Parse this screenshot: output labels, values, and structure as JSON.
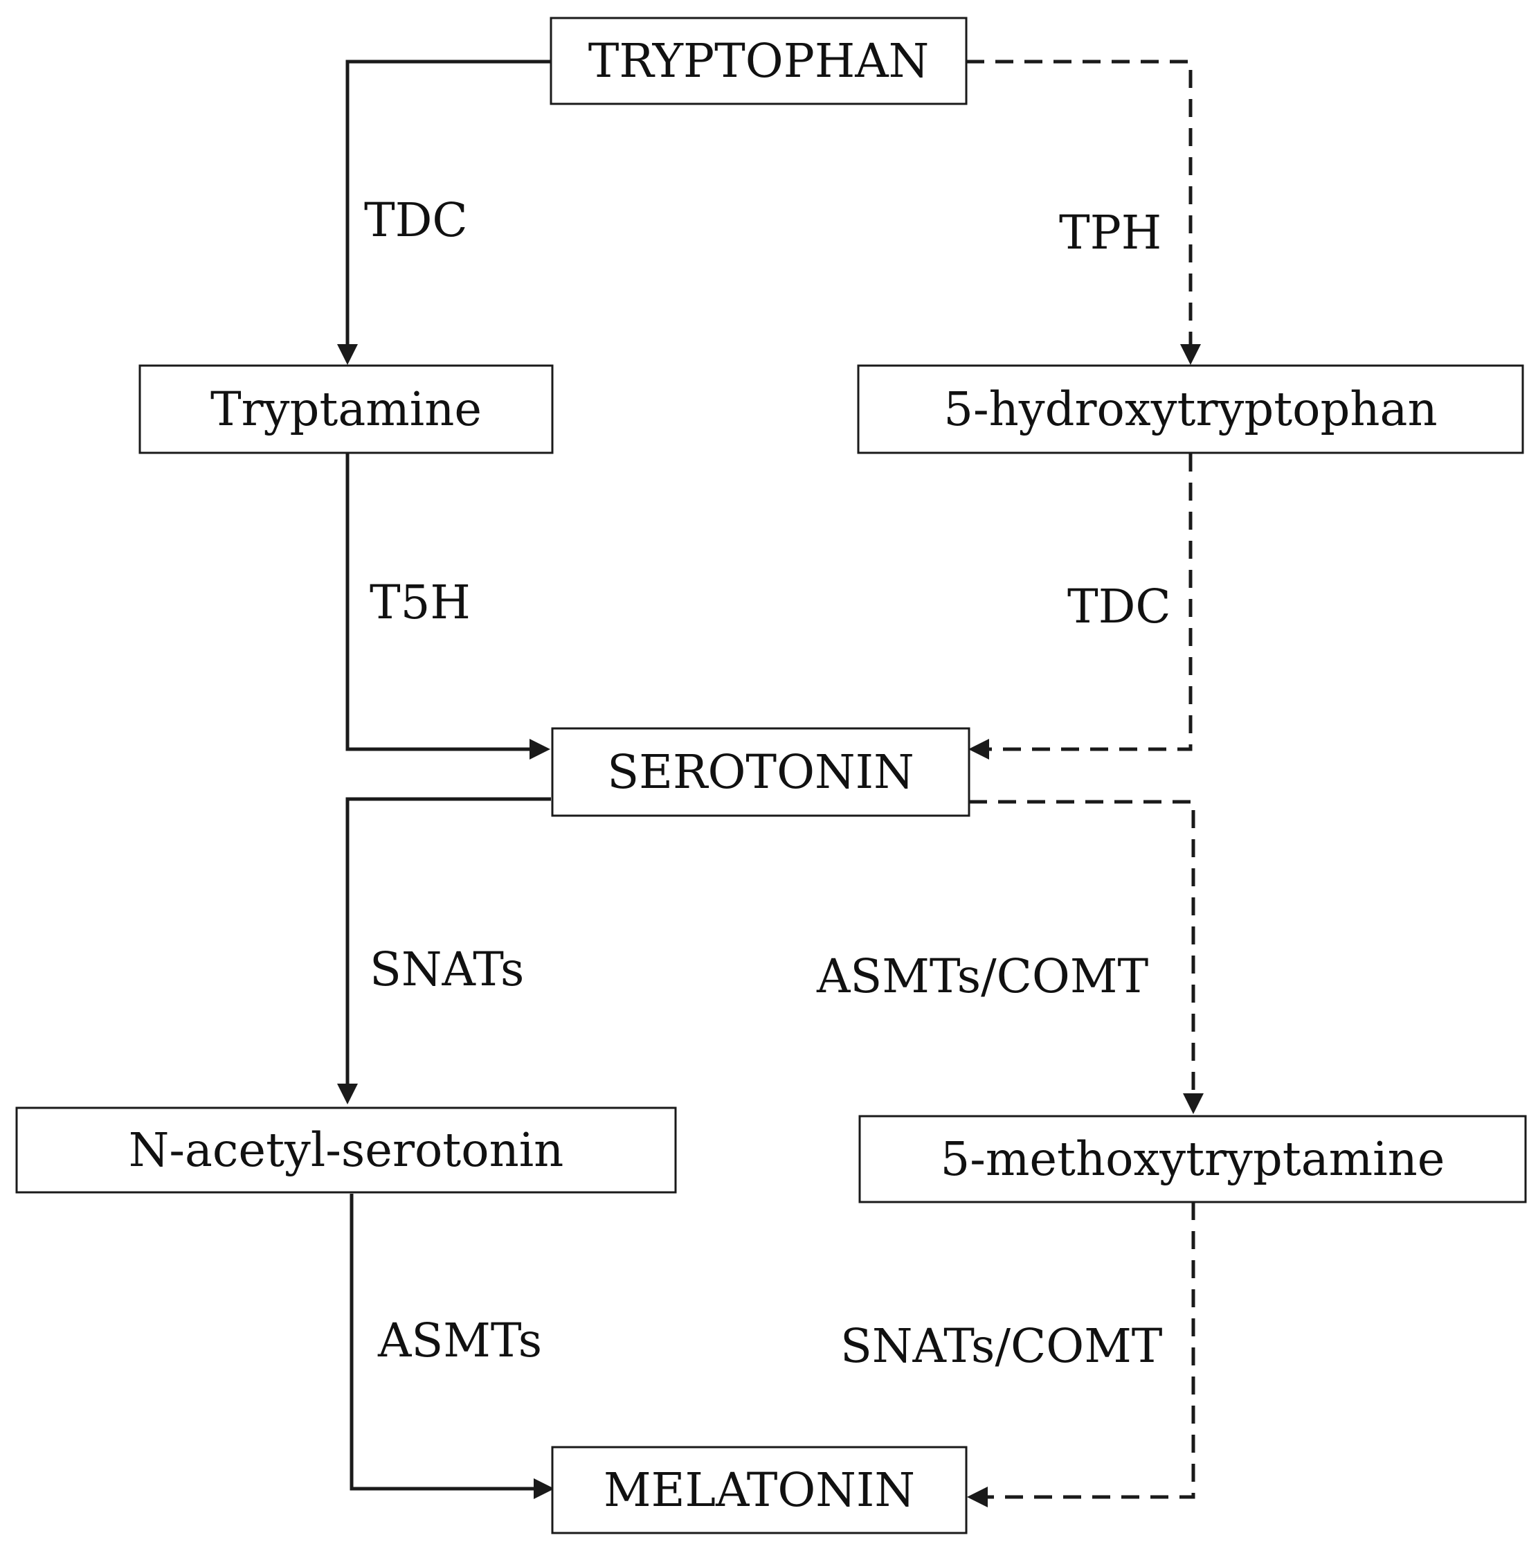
{
  "nodes": {
    "tryptophan": "TRYPTOPHAN",
    "tryptamine": "Tryptamine",
    "hydroxytryptophan": "5-hydroxytryptophan",
    "serotonin": "SEROTONIN",
    "n_acetyl_serotonin": "N-acetyl-serotonin",
    "methoxytryptamine": "5-methoxytryptamine",
    "melatonin": "MELATONIN"
  },
  "enzymes": {
    "tdc_left": "TDC",
    "tph": "TPH",
    "t5h": "T5H",
    "tdc_right": "TDC",
    "snats_left": "SNATs",
    "asmts_comt": "ASMTs/COMT",
    "asmts_left": "ASMTs",
    "snats_comt": "SNATs/COMT"
  },
  "edges": [
    {
      "from": "TRYPTOPHAN",
      "to": "Tryptamine",
      "enzyme": "TDC",
      "style": "solid"
    },
    {
      "from": "TRYPTOPHAN",
      "to": "5-hydroxytryptophan",
      "enzyme": "TPH",
      "style": "dashed"
    },
    {
      "from": "Tryptamine",
      "to": "SEROTONIN",
      "enzyme": "T5H",
      "style": "solid"
    },
    {
      "from": "5-hydroxytryptophan",
      "to": "SEROTONIN",
      "enzyme": "TDC",
      "style": "dashed"
    },
    {
      "from": "SEROTONIN",
      "to": "N-acetyl-serotonin",
      "enzyme": "SNATs",
      "style": "solid"
    },
    {
      "from": "SEROTONIN",
      "to": "5-methoxytryptamine",
      "enzyme": "ASMTs/COMT",
      "style": "dashed"
    },
    {
      "from": "N-acetyl-serotonin",
      "to": "MELATONIN",
      "enzyme": "ASMTs",
      "style": "solid"
    },
    {
      "from": "5-methoxytryptamine",
      "to": "MELATONIN",
      "enzyme": "SNATs/COMT",
      "style": "dashed"
    }
  ]
}
